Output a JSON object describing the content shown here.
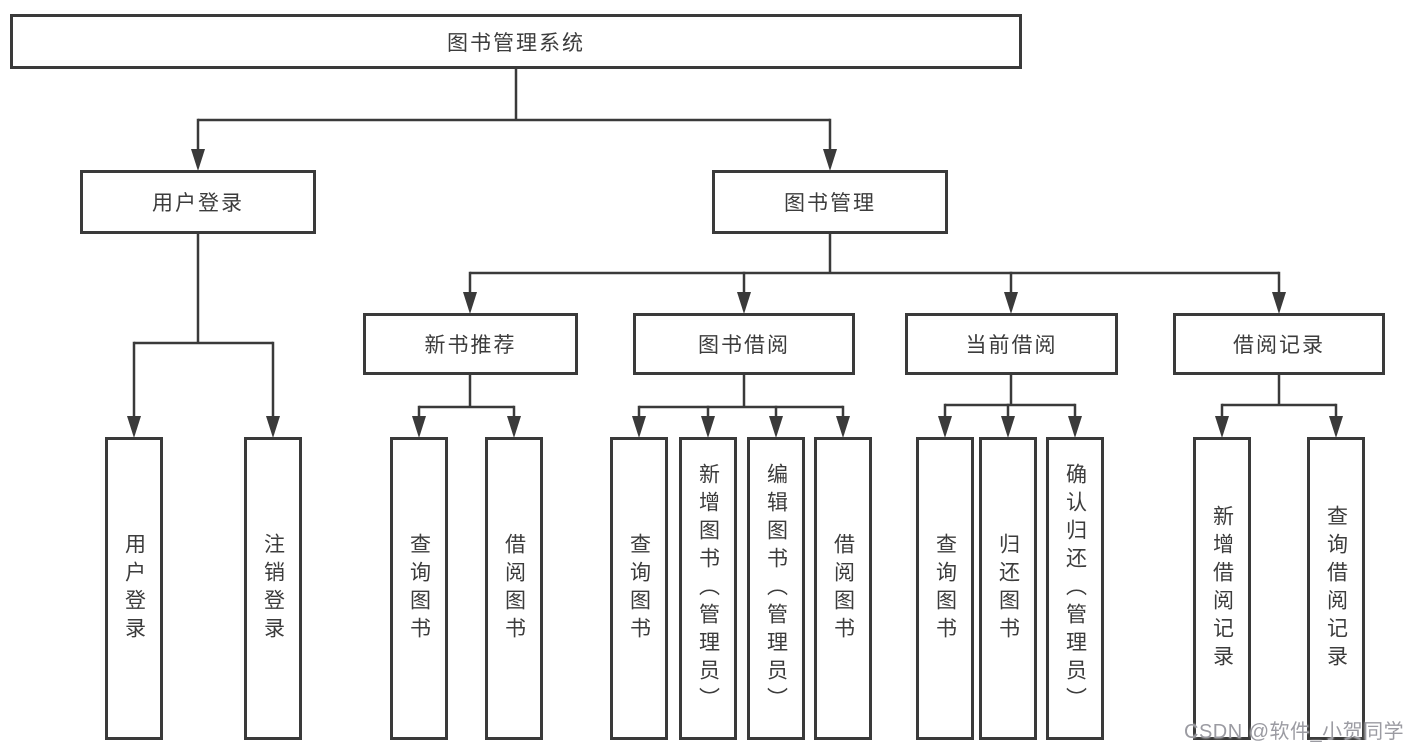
{
  "diagram": {
    "title": "图书管理系统",
    "type": "functional-structure-tree"
  },
  "nodes": {
    "system": "图书管理系统",
    "user_login": "用户登录",
    "book_management": "图书管理",
    "new_book_recommend": "新书推荐",
    "book_borrow": "图书借阅",
    "current_borrow": "当前借阅",
    "borrow_records": "借阅记录"
  },
  "leaves": {
    "user_login": [
      "用户登录",
      "注销登录"
    ],
    "new_book_recommend": [
      "查询图书",
      "借阅图书"
    ],
    "book_borrow": [
      "查询图书",
      "新增图书（管理员）",
      "编辑图书（管理员）",
      "借阅图书"
    ],
    "current_borrow": [
      "查询图书",
      "归还图书",
      "确认归还（管理员）"
    ],
    "borrow_records": [
      "新增借阅记录",
      "查询借阅记录"
    ]
  },
  "watermark": "CSDN @软件_小贺同学",
  "colors": {
    "line": "#3a3a3a",
    "border": "#3a3a3a",
    "text": "#3c3c3c",
    "watermark": "#9b9ba2",
    "background": "#ffffff"
  }
}
